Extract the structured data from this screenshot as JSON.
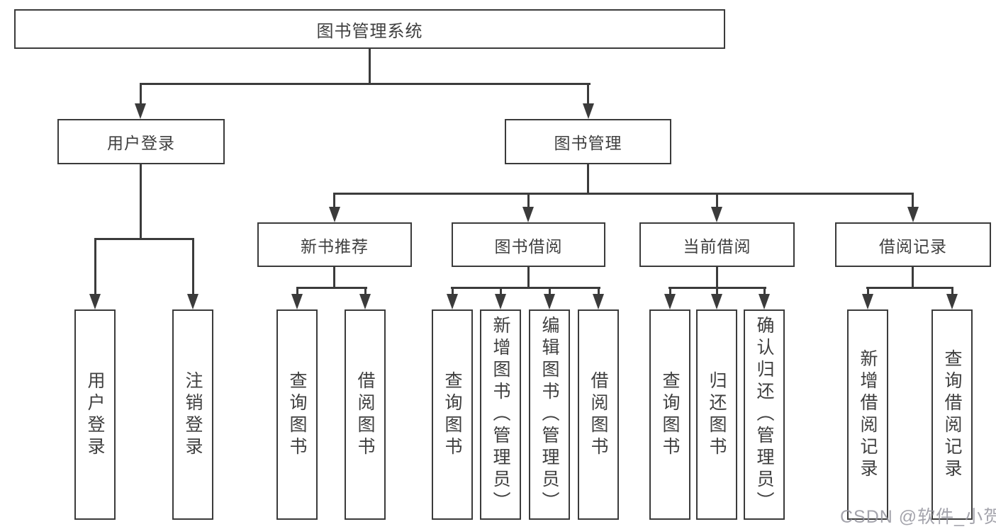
{
  "root": {
    "label": "图书管理系统"
  },
  "level2": [
    {
      "label": "用户登录"
    },
    {
      "label": "图书管理"
    }
  ],
  "level3": [
    {
      "label": "新书推荐"
    },
    {
      "label": "图书借阅"
    },
    {
      "label": "当前借阅"
    },
    {
      "label": "借阅记录"
    }
  ],
  "leaves": {
    "userLogin": [
      {
        "label": "用户登录"
      },
      {
        "label": "注销登录"
      }
    ],
    "newBooks": [
      {
        "label": "查询图书"
      },
      {
        "label": "借阅图书"
      }
    ],
    "bookBorrow": [
      {
        "label": "查询图书"
      },
      {
        "label": "新增图书（管理员）"
      },
      {
        "label": "编辑图书（管理员）"
      },
      {
        "label": "借阅图书"
      }
    ],
    "currentBorrow": [
      {
        "label": "查询图书"
      },
      {
        "label": "归还图书"
      },
      {
        "label": "确认归还（管理员）"
      }
    ],
    "borrowRecords": [
      {
        "label": "新增借阅记录"
      },
      {
        "label": "查询借阅记录"
      }
    ]
  },
  "watermark": {
    "text": "CSDN @软件_小贺同学"
  },
  "colors": {
    "line": "#3b3b3b",
    "text": "#3f3f3f",
    "background": "#ffffff",
    "watermark": "#9a9aa2"
  }
}
